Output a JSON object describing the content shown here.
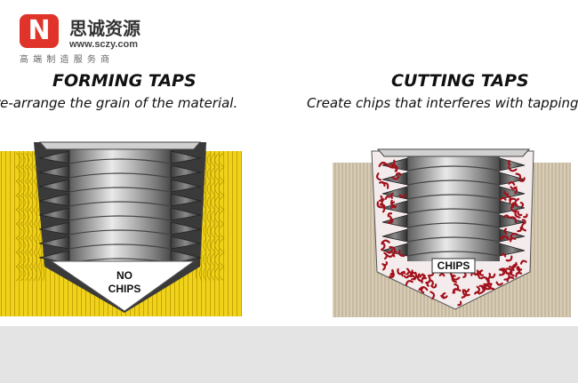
{
  "watermark": {
    "logo_letter": "N",
    "brand": "思诚资源",
    "url": "www.sczy.com",
    "tagline": "高 端 制 造 服 务 商"
  },
  "left_panel": {
    "title": "FORMING TAPS",
    "subtitle": "re-arrange the grain of the material.",
    "label_line1": "NO",
    "label_line2": "CHIPS",
    "material_color": "#f0d21a"
  },
  "right_panel": {
    "title": "CUTTING TAPS",
    "subtitle": "Create chips that interferes with tapping",
    "label": "CHIPS",
    "material_color": "#d9ccb5",
    "chip_color": "#a2121c"
  }
}
